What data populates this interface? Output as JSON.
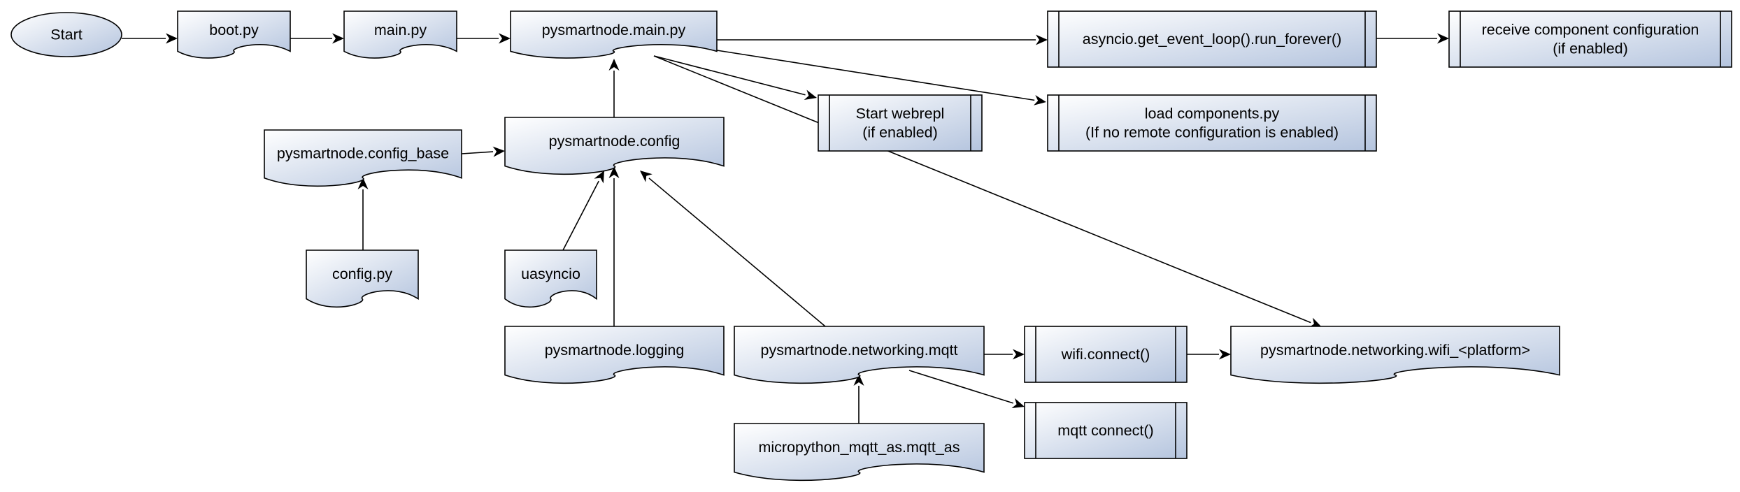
{
  "nodes": [
    {
      "id": "start",
      "kind": "terminator",
      "lines": [
        "Start"
      ]
    },
    {
      "id": "boot",
      "kind": "document",
      "lines": [
        "boot.py"
      ]
    },
    {
      "id": "main",
      "kind": "document",
      "lines": [
        "main.py"
      ]
    },
    {
      "id": "psn_main",
      "kind": "document",
      "lines": [
        "pysmartnode.main.py"
      ]
    },
    {
      "id": "run_forever",
      "kind": "process",
      "lines": [
        "asyncio.get_event_loop().run_forever()"
      ]
    },
    {
      "id": "receive_config",
      "kind": "process",
      "lines": [
        "receive component configuration",
        "(if enabled)"
      ]
    },
    {
      "id": "webrepl",
      "kind": "process",
      "lines": [
        "Start webrepl",
        "(if enabled)"
      ]
    },
    {
      "id": "load_components",
      "kind": "process",
      "lines": [
        "load components.py",
        "(If no remote configuration is enabled)"
      ]
    },
    {
      "id": "config_base",
      "kind": "document",
      "lines": [
        "pysmartnode.config_base"
      ]
    },
    {
      "id": "psn_config",
      "kind": "document",
      "lines": [
        "pysmartnode.config"
      ]
    },
    {
      "id": "config_py",
      "kind": "document",
      "lines": [
        "config.py"
      ]
    },
    {
      "id": "uasyncio",
      "kind": "document",
      "lines": [
        "uasyncio"
      ]
    },
    {
      "id": "logging",
      "kind": "document",
      "lines": [
        "pysmartnode.logging"
      ]
    },
    {
      "id": "net_mqtt",
      "kind": "document",
      "lines": [
        "pysmartnode.networking.mqtt"
      ]
    },
    {
      "id": "wifi_connect",
      "kind": "process",
      "lines": [
        "wifi.connect()"
      ]
    },
    {
      "id": "wifi_platform",
      "kind": "document",
      "lines": [
        "pysmartnode.networking.wifi_<platform>"
      ]
    },
    {
      "id": "mqtt_connect",
      "kind": "process",
      "lines": [
        "mqtt connect()"
      ]
    },
    {
      "id": "mqtt_as",
      "kind": "document",
      "lines": [
        "micropython_mqtt_as.mqtt_as"
      ]
    }
  ],
  "edges": [
    {
      "from": "start",
      "to": "boot"
    },
    {
      "from": "boot",
      "to": "main"
    },
    {
      "from": "main",
      "to": "psn_main"
    },
    {
      "from": "psn_main",
      "to": "run_forever"
    },
    {
      "from": "run_forever",
      "to": "receive_config"
    },
    {
      "from": "psn_main",
      "to": "webrepl"
    },
    {
      "from": "psn_main",
      "to": "load_components"
    },
    {
      "from": "psn_main",
      "to": "wifi_platform"
    },
    {
      "from": "psn_config",
      "to": "psn_main"
    },
    {
      "from": "config_base",
      "to": "psn_config"
    },
    {
      "from": "config_py",
      "to": "config_base"
    },
    {
      "from": "uasyncio",
      "to": "psn_config"
    },
    {
      "from": "logging",
      "to": "psn_config"
    },
    {
      "from": "net_mqtt",
      "to": "psn_config"
    },
    {
      "from": "net_mqtt",
      "to": "wifi_connect"
    },
    {
      "from": "wifi_connect",
      "to": "wifi_platform"
    },
    {
      "from": "net_mqtt",
      "to": "mqtt_connect"
    },
    {
      "from": "mqtt_as",
      "to": "net_mqtt"
    }
  ],
  "colors": {
    "fill_light": "#ffffff",
    "fill_dark": "#b4c4de",
    "stroke": "#000000"
  }
}
